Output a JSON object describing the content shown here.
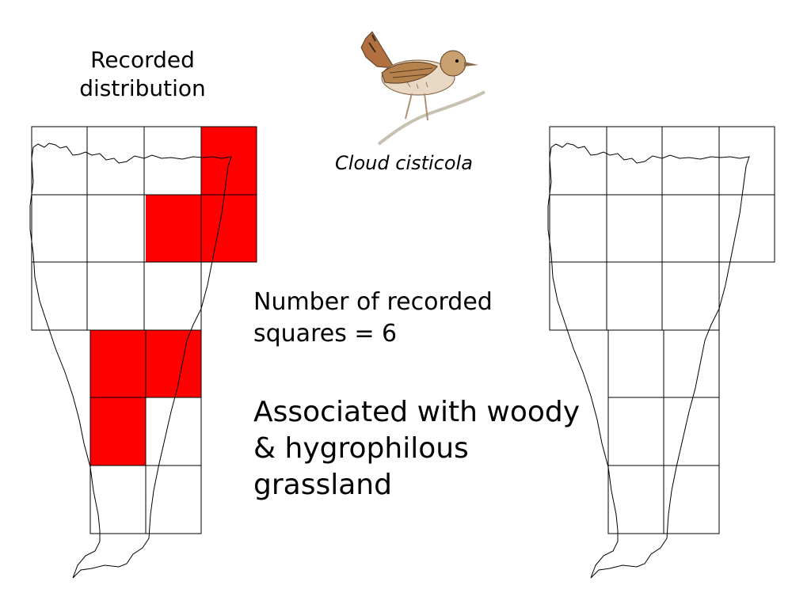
{
  "left_map": {
    "title_line1": "Recorded",
    "title_line2": "distribution",
    "filled_color": "#ff0000"
  },
  "species": {
    "name": "Cloud cisticola",
    "illustration": "bird-illustration"
  },
  "stats": {
    "line1": "Number of recorded",
    "line2": "squares = 6"
  },
  "habitat": {
    "line1": "Associated with woody",
    "line2": "& hygrophilous",
    "line3": "grassland"
  }
}
